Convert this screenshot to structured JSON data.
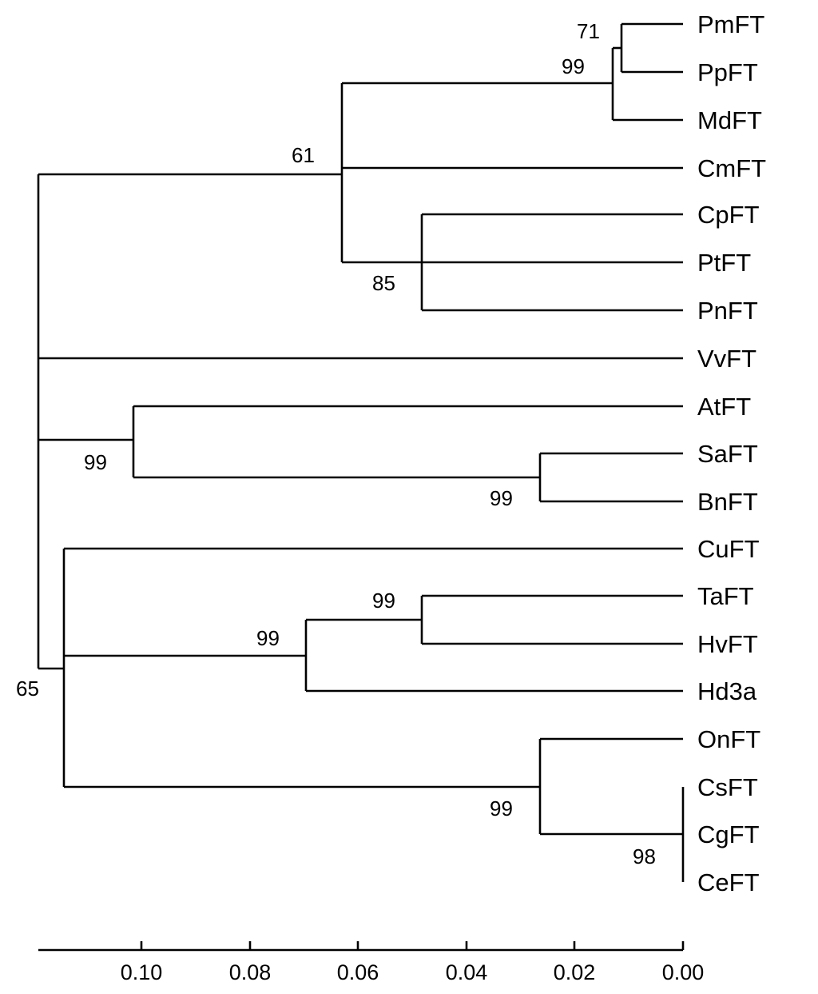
{
  "tree": {
    "leaves": [
      "PmFT",
      "PpFT",
      "MdFT",
      "CmFT",
      "CpFT",
      "PtFT",
      "PnFT",
      "VvFT",
      "AtFT",
      "SaFT",
      "BnFT",
      "CuFT",
      "TaFT",
      "HvFT",
      "Hd3a",
      "OnFT",
      "CsFT",
      "CgFT",
      "CeFT"
    ],
    "bootstrap": [
      "71",
      "99",
      "61",
      "85",
      "99",
      "99",
      "99",
      "99",
      "65",
      "99",
      "98"
    ],
    "axis_ticks": [
      "0.10",
      "0.08",
      "0.06",
      "0.04",
      "0.02",
      "0.00"
    ],
    "axis_values": [
      0.1,
      0.08,
      0.06,
      0.04,
      0.02,
      0.0
    ],
    "colors": {
      "line": "#000000",
      "background": "#ffffff"
    }
  }
}
